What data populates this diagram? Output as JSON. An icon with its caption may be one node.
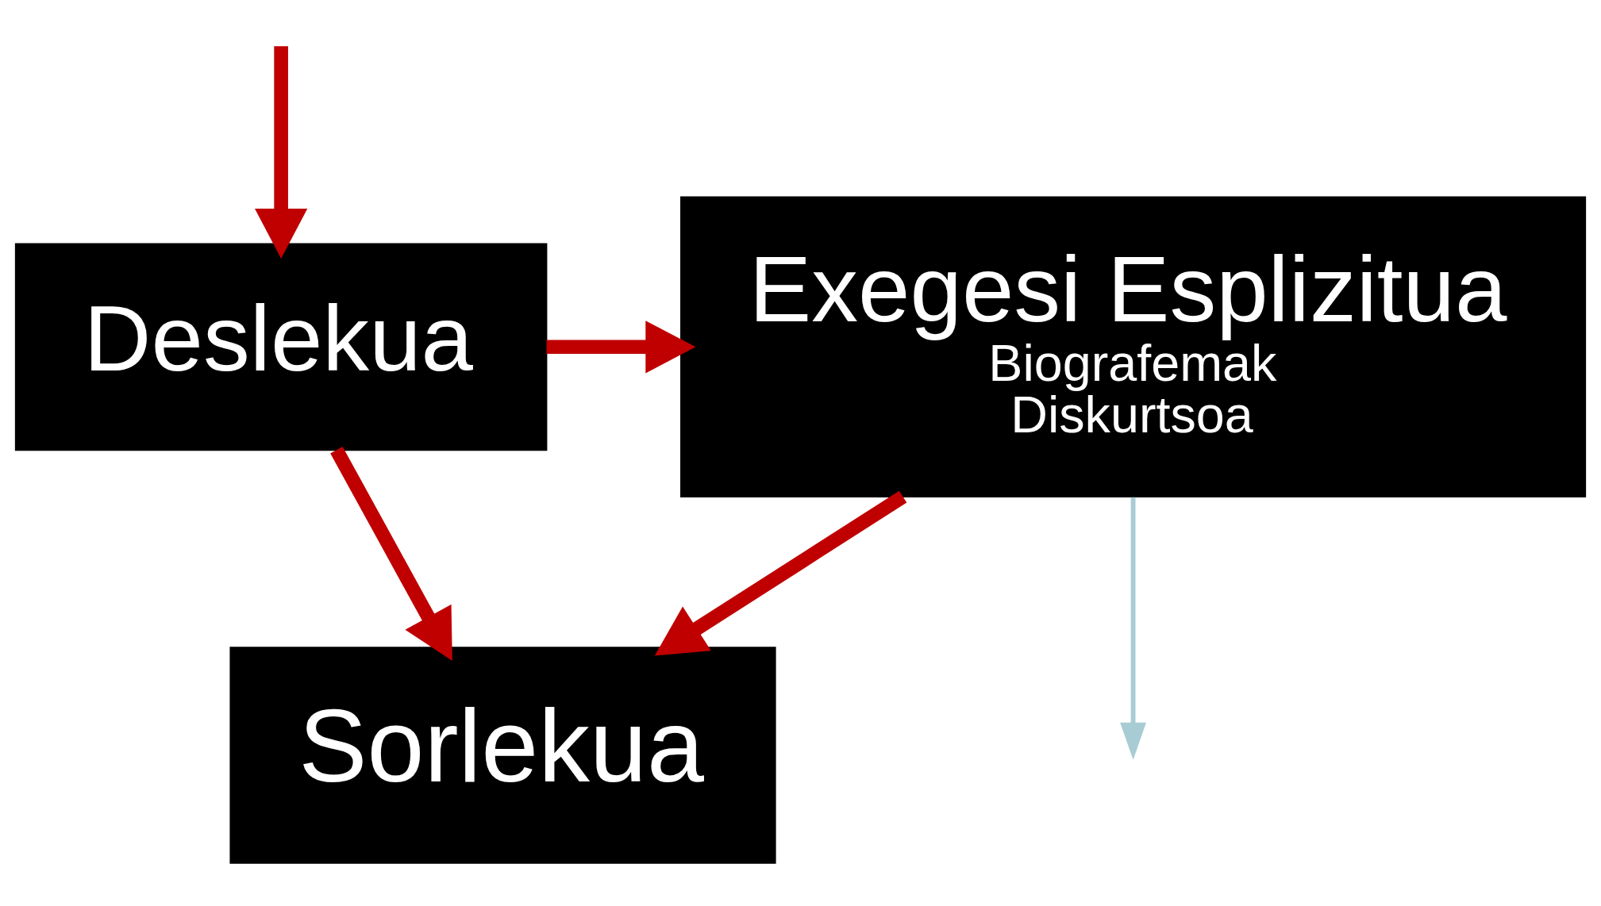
{
  "diagram": {
    "nodes": [
      {
        "text": [
          "Deslekua"
        ]
      },
      {
        "text": [
          "Exegesi Esplizitua",
          "Biografemak",
          "Diskurtsoa"
        ]
      },
      {
        "text": [
          "Sorlekua"
        ]
      }
    ],
    "edges": [
      {
        "from": null,
        "to": 0,
        "arrow": "to"
      },
      {
        "from": 0,
        "to": 1,
        "arrow": "to"
      },
      {
        "from": 0,
        "to": 2,
        "arrow": "to"
      },
      {
        "from": 1,
        "to": 2,
        "arrow": "to"
      },
      {
        "from": 1,
        "to": null,
        "arrow": "to",
        "color": "#a8ccd4"
      }
    ]
  }
}
